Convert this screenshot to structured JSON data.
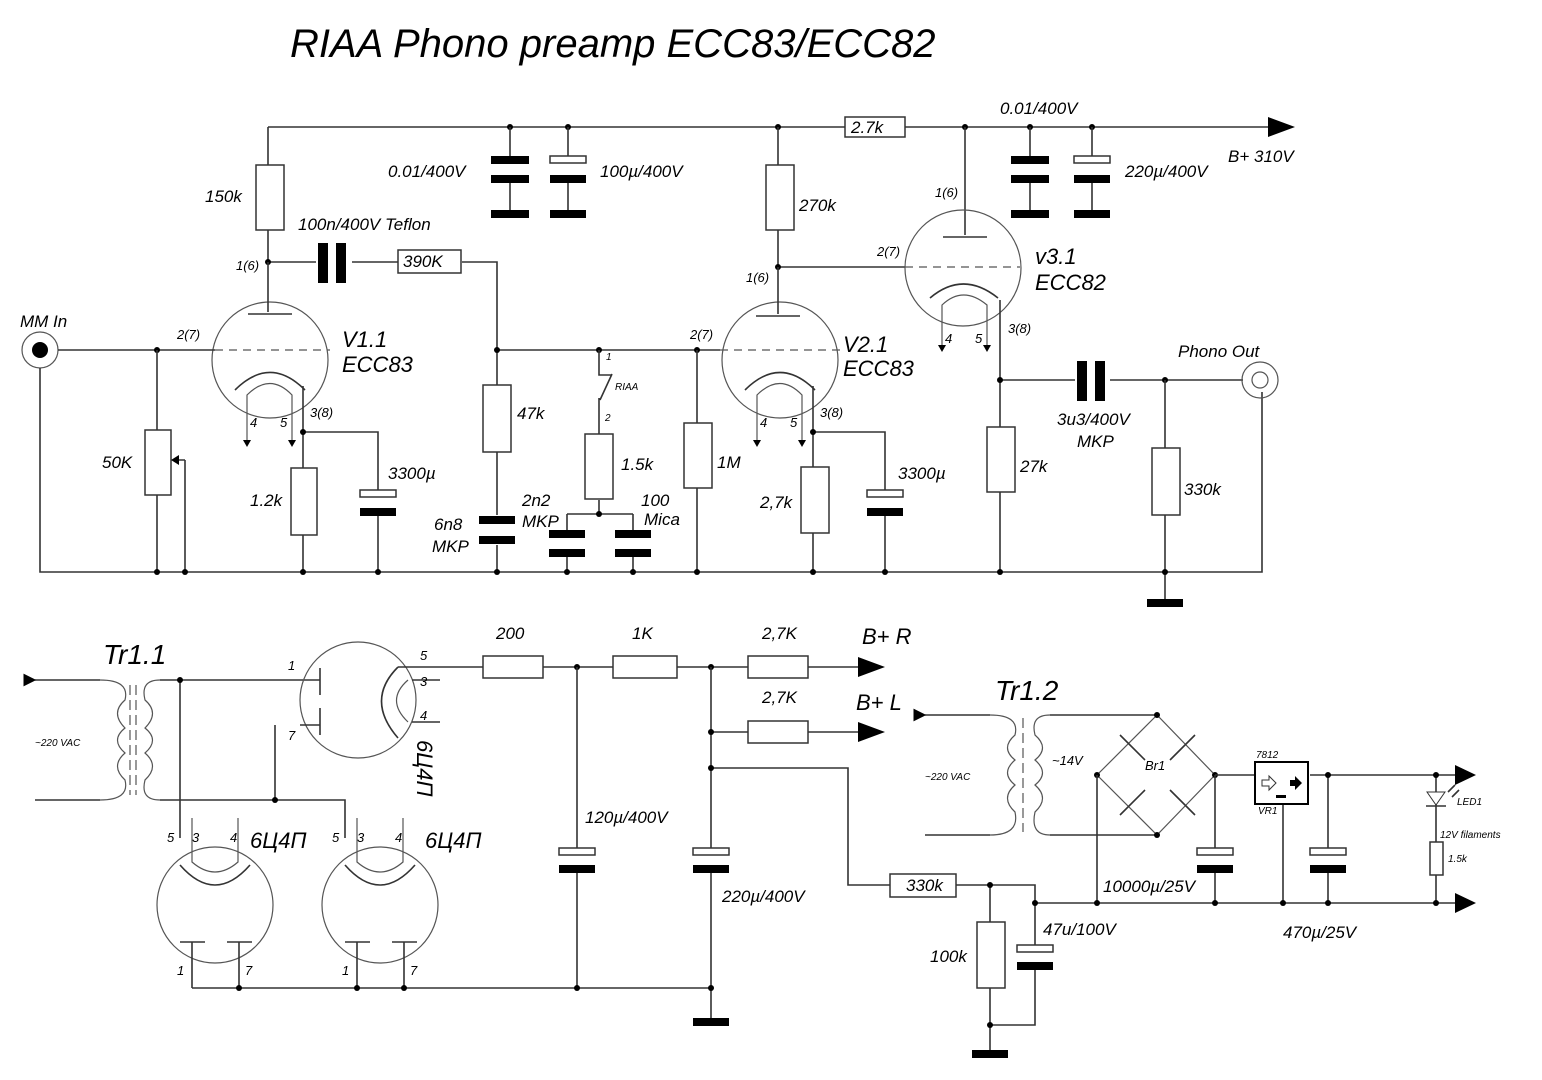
{
  "title": "RIAA Phono preamp ECC83/ECC82",
  "preamp": {
    "input_label": "MM In",
    "output_label": "Phono Out",
    "supply_label": "B+ 310V",
    "tubes": [
      {
        "name": "V1.1",
        "type": "ECC83",
        "pins": {
          "anode": "1(6)",
          "grid": "2(7)",
          "cathode": "3(8)",
          "h1": "4",
          "h2": "5"
        }
      },
      {
        "name": "V2.1",
        "type": "ECC83",
        "pins": {
          "anode": "1(6)",
          "grid": "2(7)",
          "cathode": "3(8)",
          "h1": "4",
          "h2": "5"
        }
      },
      {
        "name": "v3.1",
        "type": "ECC82",
        "pins": {
          "anode": "1(6)",
          "grid": "2(7)",
          "cathode": "3(8)",
          "h1": "4",
          "h2": "5"
        }
      }
    ],
    "components": {
      "r_150k": "150k",
      "c_coupling1": "100n/400V Teflon",
      "r_390k": "390K",
      "pot_50k": "50K",
      "r_1k2": "1.2k",
      "c_3300_1": "3300µ",
      "c_001_1": "0.01/400V",
      "c_100u": "100µ/400V",
      "r_47k": "47k",
      "c_6n8": "6n8",
      "c_6n8_type": "MKP",
      "switch": "RIAA",
      "switch_pin1": "1",
      "switch_pin2": "2",
      "r_1k5": "1.5k",
      "c_2n2": "2n2",
      "c_2n2_type": "MKP",
      "c_100": "100",
      "c_100_type": "Mica",
      "r_1m": "1M",
      "r_270k": "270k",
      "r_2k7_dropper": "2.7k",
      "r_2k7_cathode": "2,7k",
      "c_3300_2": "3300µ",
      "c_001_2": "0.01/400V",
      "c_220u": "220µ/400V",
      "r_27k": "27k",
      "c_out": "3u3/400V",
      "c_out_type": "MKP",
      "r_330k": "330k"
    }
  },
  "hv_supply": {
    "transformer": "Tr1.1",
    "mains": "~220 VAC",
    "rectifier_tube": "6Ц4П",
    "rect_pins": {
      "a1": "1",
      "a2": "7",
      "k": "5",
      "h1": "3",
      "h2": "4"
    },
    "r_200": "200",
    "r_1k": "1K",
    "r_2k7_r": "2,7K",
    "r_2k7_l": "2,7K",
    "out_r": "B+ R",
    "out_l": "B+ L",
    "c_120u": "120µ/400V",
    "c_220u": "220µ/400V",
    "r_330k": "330k",
    "r_100k": "100k",
    "c_47u": "47u/100V"
  },
  "lv_supply": {
    "transformer": "Tr1.2",
    "mains": "~220 VAC",
    "secondary": "~14V",
    "bridge": "Br1",
    "c_10000u": "10000µ/25V",
    "regulator": "7812",
    "regulator_ref": "VR1",
    "c_470u": "470µ/25V",
    "led": "LED1",
    "note": "12V filaments",
    "r_1k5": "1.5k"
  }
}
